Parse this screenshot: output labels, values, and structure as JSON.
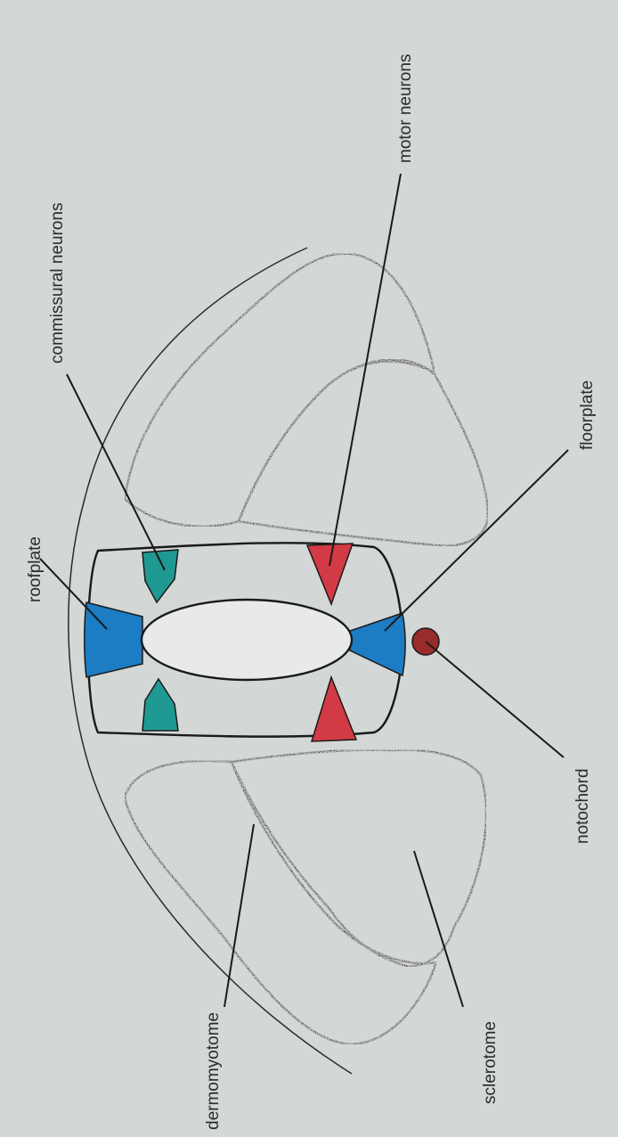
{
  "labels": {
    "commissural_neurons": "commissural neurons",
    "motor_neurons": "motor neurons",
    "roofplate": "roofplate",
    "floorplate": "floorplate",
    "notochord": "notochord",
    "dermomyotome": "dermomyotome",
    "sclerotome": "sclerotome"
  },
  "colors": {
    "background": "#d3d7d5",
    "dermomyotome": "#7fb45a",
    "sclerotome": "#e4962e",
    "roofplate": "#1c7cc4",
    "floorplate": "#1c7cc4",
    "commissural_neurons": "#1f9a92",
    "motor_neurons": "#d23a45",
    "notochord": "#9a2b2b",
    "neural_tube": "#e8eaea"
  }
}
